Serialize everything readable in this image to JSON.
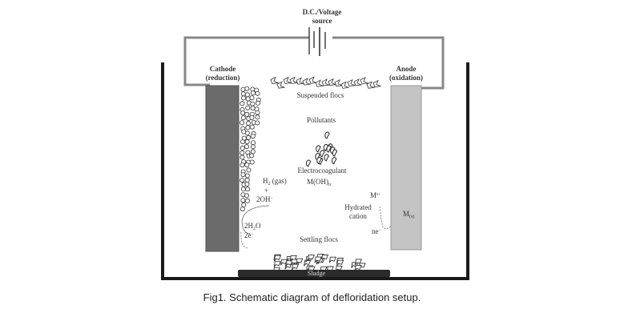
{
  "figure": {
    "caption": "Fig1.  Schematic diagram of defloridation setup.",
    "power_source": {
      "line1": "D.C./Voltage",
      "line2": "source"
    },
    "cathode": {
      "label": "Cathode",
      "sublabel": "(reduction)"
    },
    "anode": {
      "label": "Anode",
      "sublabel": "(oxidation)",
      "metal": "M",
      "metal_sub": "(s)"
    },
    "suspended_flocs": "Suspended flocs",
    "pollutants": "Pollutants",
    "electrocoagulant": {
      "label": "Electrocoagulant",
      "formula": "M(OH)",
      "formula_sub": "n"
    },
    "cathode_reaction": {
      "h2": "H",
      "h2_sub": "2",
      "h2_gas": " (gas)",
      "plus": "+",
      "oh": "2OH",
      "oh_sup": "−",
      "water": "2H",
      "water_sub": "2",
      "water_o": "O",
      "electrons": "2e",
      "electrons_sup": "−"
    },
    "anode_reaction": {
      "ion": "M",
      "ion_sup": "n+",
      "hydrated_1": "Hydrated",
      "hydrated_2": "cation",
      "electrons": "ne",
      "electrons_sup": "−"
    },
    "settling_flocs": "Settling flocs",
    "sludge": "Sludge",
    "colors": {
      "cathode": "#6b6b6b",
      "anode": "#c4c4c4",
      "tank": "#1a1a1a",
      "wire": "#777777",
      "sludge": "#2b2b2b"
    }
  }
}
